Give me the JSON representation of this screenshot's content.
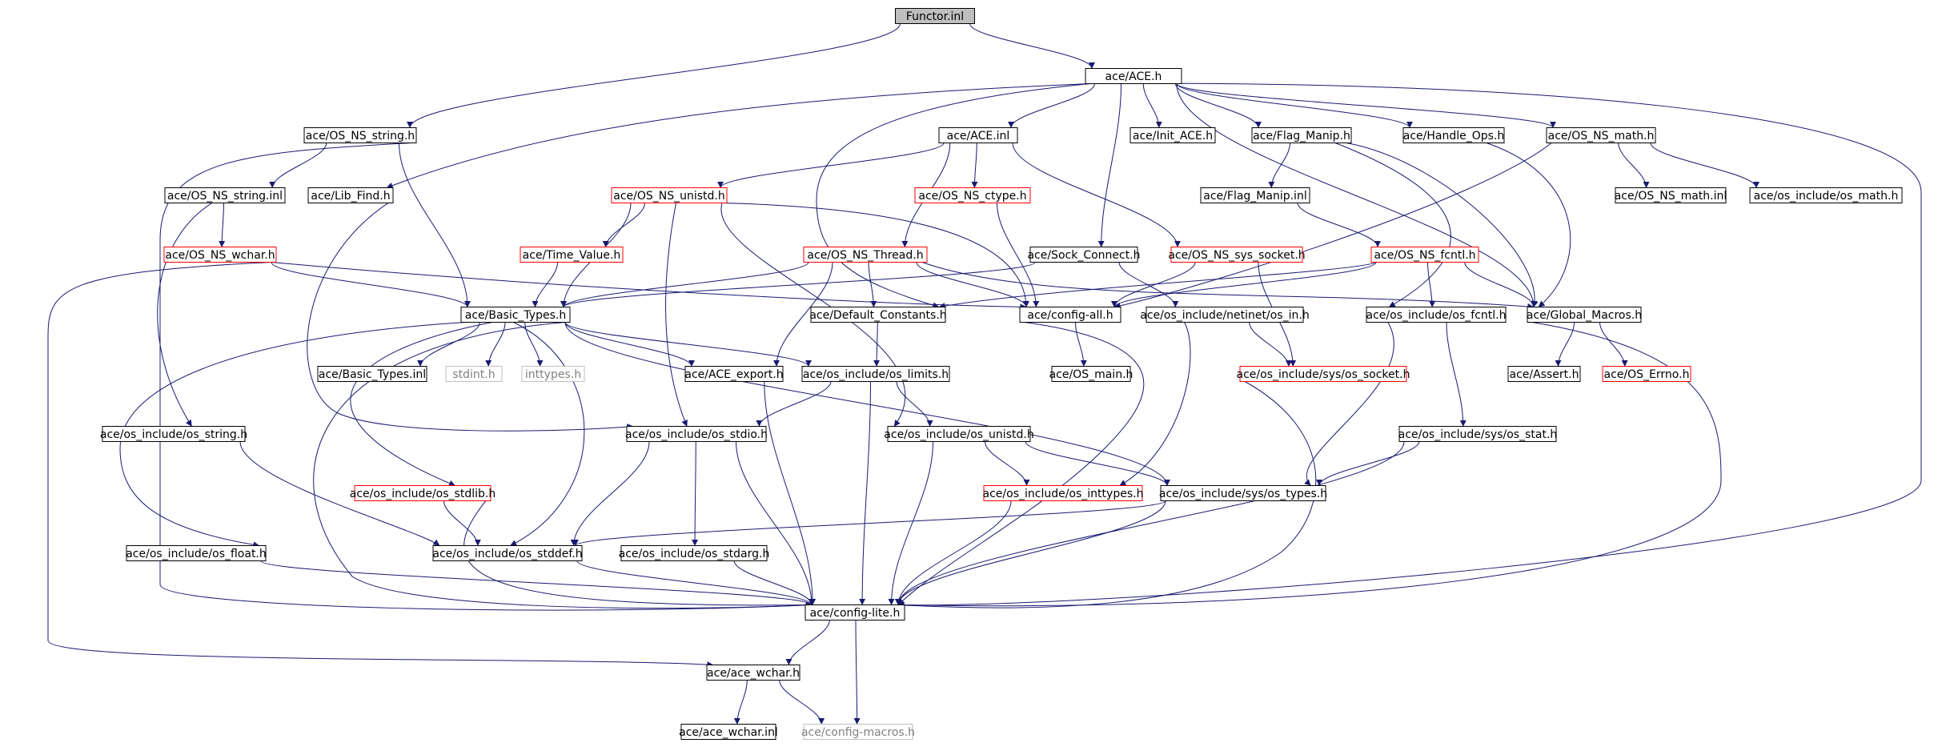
{
  "diagram": {
    "style": {
      "edge_color": "#191970",
      "node_border": "#000000",
      "node_border_missing": "#bfbfbf",
      "node_border_truncated": "#ff0000",
      "root_fill": "#bfbfbf",
      "text_color": "#000000",
      "missing_text_color": "#808080"
    },
    "nodes": [
      {
        "id": "functor_inl",
        "label": "Functor.inl",
        "kind": "root"
      },
      {
        "id": "ace_h",
        "label": "ace/ACE.h",
        "kind": "normal"
      },
      {
        "id": "os_ns_string_h",
        "label": "ace/OS_NS_string.h",
        "kind": "normal"
      },
      {
        "id": "ace_inl",
        "label": "ace/ACE.inl",
        "kind": "normal"
      },
      {
        "id": "init_ace_h",
        "label": "ace/Init_ACE.h",
        "kind": "normal"
      },
      {
        "id": "flag_manip_h",
        "label": "ace/Flag_Manip.h",
        "kind": "normal"
      },
      {
        "id": "handle_ops_h",
        "label": "ace/Handle_Ops.h",
        "kind": "normal"
      },
      {
        "id": "os_ns_math_h",
        "label": "ace/OS_NS_math.h",
        "kind": "normal"
      },
      {
        "id": "os_ns_string_inl",
        "label": "ace/OS_NS_string.inl",
        "kind": "normal"
      },
      {
        "id": "lib_find_h",
        "label": "ace/Lib_Find.h",
        "kind": "normal"
      },
      {
        "id": "os_ns_unistd_h",
        "label": "ace/OS_NS_unistd.h",
        "kind": "truncated"
      },
      {
        "id": "os_ns_ctype_h",
        "label": "ace/OS_NS_ctype.h",
        "kind": "truncated"
      },
      {
        "id": "flag_manip_inl",
        "label": "ace/Flag_Manip.inl",
        "kind": "normal"
      },
      {
        "id": "os_ns_math_inl",
        "label": "ace/OS_NS_math.inl",
        "kind": "normal"
      },
      {
        "id": "os_math_h",
        "label": "ace/os_include/os_math.h",
        "kind": "normal"
      },
      {
        "id": "os_ns_wchar_h",
        "label": "ace/OS_NS_wchar.h",
        "kind": "truncated"
      },
      {
        "id": "time_value_h",
        "label": "ace/Time_Value.h",
        "kind": "truncated"
      },
      {
        "id": "os_ns_thread_h",
        "label": "ace/OS_NS_Thread.h",
        "kind": "truncated"
      },
      {
        "id": "sock_connect_h",
        "label": "ace/Sock_Connect.h",
        "kind": "normal"
      },
      {
        "id": "os_ns_sys_socket_h",
        "label": "ace/OS_NS_sys_socket.h",
        "kind": "truncated"
      },
      {
        "id": "os_ns_fcntl_h",
        "label": "ace/OS_NS_fcntl.h",
        "kind": "truncated"
      },
      {
        "id": "basic_types_h",
        "label": "ace/Basic_Types.h",
        "kind": "normal"
      },
      {
        "id": "default_constants_h",
        "label": "ace/Default_Constants.h",
        "kind": "normal"
      },
      {
        "id": "config_all_h",
        "label": "ace/config-all.h",
        "kind": "normal"
      },
      {
        "id": "os_in_h",
        "label": "ace/os_include/netinet/os_in.h",
        "kind": "normal"
      },
      {
        "id": "os_fcntl_h",
        "label": "ace/os_include/os_fcntl.h",
        "kind": "normal"
      },
      {
        "id": "global_macros_h",
        "label": "ace/Global_Macros.h",
        "kind": "normal"
      },
      {
        "id": "basic_types_inl",
        "label": "ace/Basic_Types.inl",
        "kind": "normal"
      },
      {
        "id": "stdint_h",
        "label": "stdint.h",
        "kind": "missing"
      },
      {
        "id": "inttypes_h",
        "label": "inttypes.h",
        "kind": "missing"
      },
      {
        "id": "ace_export_h",
        "label": "ace/ACE_export.h",
        "kind": "normal"
      },
      {
        "id": "os_limits_h",
        "label": "ace/os_include/os_limits.h",
        "kind": "normal"
      },
      {
        "id": "os_main_h",
        "label": "ace/OS_main.h",
        "kind": "normal"
      },
      {
        "id": "os_socket_h",
        "label": "ace/os_include/sys/os_socket.h",
        "kind": "truncated"
      },
      {
        "id": "assert_h",
        "label": "ace/Assert.h",
        "kind": "normal"
      },
      {
        "id": "os_errno_h",
        "label": "ace/OS_Errno.h",
        "kind": "truncated"
      },
      {
        "id": "os_string_h",
        "label": "ace/os_include/os_string.h",
        "kind": "normal"
      },
      {
        "id": "os_stdio_h",
        "label": "ace/os_include/os_stdio.h",
        "kind": "normal"
      },
      {
        "id": "os_unistd_h",
        "label": "ace/os_include/os_unistd.h",
        "kind": "normal"
      },
      {
        "id": "os_stat_h",
        "label": "ace/os_include/sys/os_stat.h",
        "kind": "normal"
      },
      {
        "id": "os_stdlib_h",
        "label": "ace/os_include/os_stdlib.h",
        "kind": "truncated"
      },
      {
        "id": "os_inttypes_h",
        "label": "ace/os_include/os_inttypes.h",
        "kind": "truncated"
      },
      {
        "id": "os_types_h",
        "label": "ace/os_include/sys/os_types.h",
        "kind": "normal"
      },
      {
        "id": "os_float_h",
        "label": "ace/os_include/os_float.h",
        "kind": "normal"
      },
      {
        "id": "os_stddef_h",
        "label": "ace/os_include/os_stddef.h",
        "kind": "normal"
      },
      {
        "id": "os_stdarg_h",
        "label": "ace/os_include/os_stdarg.h",
        "kind": "normal"
      },
      {
        "id": "config_lite_h",
        "label": "ace/config-lite.h",
        "kind": "normal"
      },
      {
        "id": "ace_wchar_h",
        "label": "ace/ace_wchar.h",
        "kind": "normal"
      },
      {
        "id": "ace_wchar_inl",
        "label": "ace/ace_wchar.inl",
        "kind": "normal"
      },
      {
        "id": "config_macros_h",
        "label": "ace/config-macros.h",
        "kind": "missing"
      }
    ],
    "edges": [
      [
        "functor_inl",
        "ace_h"
      ],
      [
        "functor_inl",
        "os_ns_string_h"
      ],
      [
        "ace_h",
        "ace_inl"
      ],
      [
        "ace_h",
        "init_ace_h"
      ],
      [
        "ace_h",
        "flag_manip_h"
      ],
      [
        "ace_h",
        "handle_ops_h"
      ],
      [
        "ace_h",
        "os_ns_math_h"
      ],
      [
        "ace_h",
        "lib_find_h"
      ],
      [
        "ace_h",
        "default_constants_h"
      ],
      [
        "ace_h",
        "sock_connect_h"
      ],
      [
        "ace_h",
        "global_macros_h"
      ],
      [
        "ace_h",
        "config_lite_h"
      ],
      [
        "os_ns_string_h",
        "os_ns_string_inl"
      ],
      [
        "os_ns_string_h",
        "basic_types_h"
      ],
      [
        "os_ns_string_h",
        "config_lite_h"
      ],
      [
        "ace_inl",
        "os_ns_unistd_h"
      ],
      [
        "ace_inl",
        "os_ns_ctype_h"
      ],
      [
        "ace_inl",
        "os_ns_thread_h"
      ],
      [
        "ace_inl",
        "os_ns_sys_socket_h"
      ],
      [
        "flag_manip_h",
        "flag_manip_inl"
      ],
      [
        "flag_manip_h",
        "global_macros_h"
      ],
      [
        "flag_manip_h",
        "os_fcntl_h"
      ],
      [
        "handle_ops_h",
        "global_macros_h"
      ],
      [
        "os_ns_math_h",
        "os_ns_math_inl"
      ],
      [
        "os_ns_math_h",
        "os_math_h"
      ],
      [
        "os_ns_math_h",
        "config_all_h"
      ],
      [
        "os_ns_string_inl",
        "os_ns_wchar_h"
      ],
      [
        "os_ns_string_inl",
        "os_string_h"
      ],
      [
        "lib_find_h",
        "os_stdio_h"
      ],
      [
        "os_ns_unistd_h",
        "time_value_h"
      ],
      [
        "os_ns_unistd_h",
        "basic_types_h"
      ],
      [
        "os_ns_unistd_h",
        "config_all_h"
      ],
      [
        "os_ns_unistd_h",
        "os_stdio_h"
      ],
      [
        "os_ns_unistd_h",
        "os_unistd_h"
      ],
      [
        "os_ns_ctype_h",
        "config_all_h"
      ],
      [
        "flag_manip_inl",
        "os_ns_fcntl_h"
      ],
      [
        "os_ns_wchar_h",
        "basic_types_h"
      ],
      [
        "os_ns_wchar_h",
        "config_all_h"
      ],
      [
        "os_ns_wchar_h",
        "ace_wchar_h"
      ],
      [
        "time_value_h",
        "basic_types_h"
      ],
      [
        "os_ns_thread_h",
        "basic_types_h"
      ],
      [
        "os_ns_thread_h",
        "default_constants_h"
      ],
      [
        "os_ns_thread_h",
        "config_all_h"
      ],
      [
        "os_ns_thread_h",
        "global_macros_h"
      ],
      [
        "os_ns_thread_h",
        "ace_export_h"
      ],
      [
        "sock_connect_h",
        "basic_types_h"
      ],
      [
        "sock_connect_h",
        "os_in_h"
      ],
      [
        "os_ns_sys_socket_h",
        "config_all_h"
      ],
      [
        "os_ns_sys_socket_h",
        "os_socket_h"
      ],
      [
        "os_ns_fcntl_h",
        "global_macros_h"
      ],
      [
        "os_ns_fcntl_h",
        "os_fcntl_h"
      ],
      [
        "os_ns_fcntl_h",
        "config_all_h"
      ],
      [
        "os_ns_fcntl_h",
        "default_constants_h"
      ],
      [
        "basic_types_h",
        "basic_types_inl"
      ],
      [
        "basic_types_h",
        "stdint_h"
      ],
      [
        "basic_types_h",
        "inttypes_h"
      ],
      [
        "basic_types_h",
        "ace_export_h"
      ],
      [
        "basic_types_h",
        "os_limits_h"
      ],
      [
        "basic_types_h",
        "os_types_h"
      ],
      [
        "basic_types_h",
        "os_stdlib_h"
      ],
      [
        "basic_types_h",
        "os_float_h"
      ],
      [
        "basic_types_h",
        "os_stddef_h"
      ],
      [
        "basic_types_h",
        "config_lite_h"
      ],
      [
        "default_constants_h",
        "os_limits_h"
      ],
      [
        "config_all_h",
        "os_main_h"
      ],
      [
        "config_all_h",
        "config_lite_h"
      ],
      [
        "os_in_h",
        "os_socket_h"
      ],
      [
        "os_in_h",
        "os_inttypes_h"
      ],
      [
        "os_fcntl_h",
        "os_types_h"
      ],
      [
        "os_fcntl_h",
        "os_stat_h"
      ],
      [
        "global_macros_h",
        "assert_h"
      ],
      [
        "global_macros_h",
        "os_errno_h"
      ],
      [
        "global_macros_h",
        "config_lite_h"
      ],
      [
        "ace_export_h",
        "config_lite_h"
      ],
      [
        "os_limits_h",
        "os_stdio_h"
      ],
      [
        "os_limits_h",
        "os_unistd_h"
      ],
      [
        "os_limits_h",
        "config_lite_h"
      ],
      [
        "os_socket_h",
        "config_lite_h"
      ],
      [
        "os_string_h",
        "os_stddef_h"
      ],
      [
        "os_stdio_h",
        "os_stddef_h"
      ],
      [
        "os_stdio_h",
        "os_stdarg_h"
      ],
      [
        "os_stdio_h",
        "config_lite_h"
      ],
      [
        "os_unistd_h",
        "os_inttypes_h"
      ],
      [
        "os_unistd_h",
        "os_types_h"
      ],
      [
        "os_unistd_h",
        "config_lite_h"
      ],
      [
        "os_stat_h",
        "os_types_h"
      ],
      [
        "os_stat_h",
        "config_lite_h"
      ],
      [
        "os_stdlib_h",
        "os_stddef_h"
      ],
      [
        "os_stdlib_h",
        "config_lite_h"
      ],
      [
        "os_inttypes_h",
        "config_lite_h"
      ],
      [
        "os_types_h",
        "os_stddef_h"
      ],
      [
        "os_types_h",
        "config_lite_h"
      ],
      [
        "os_float_h",
        "config_lite_h"
      ],
      [
        "os_stddef_h",
        "config_lite_h"
      ],
      [
        "os_stdarg_h",
        "config_lite_h"
      ],
      [
        "config_lite_h",
        "ace_wchar_h"
      ],
      [
        "config_lite_h",
        "config_macros_h"
      ],
      [
        "ace_wchar_h",
        "ace_wchar_inl"
      ],
      [
        "ace_wchar_h",
        "config_macros_h"
      ]
    ]
  }
}
